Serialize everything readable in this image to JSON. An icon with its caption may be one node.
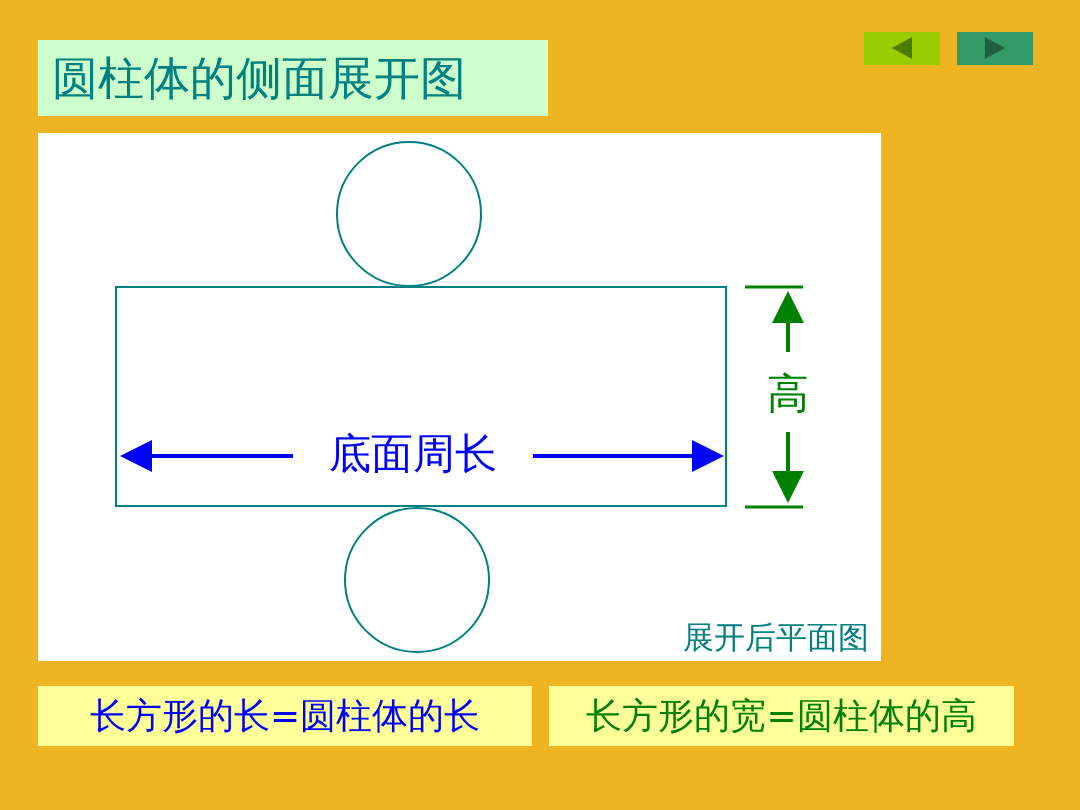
{
  "diagram": {
    "title": "圆柱体的侧面展开图",
    "nodes": [
      {
        "text": [
          "展开后平面图"
        ]
      },
      {
        "text": [],
        "shape": "circle",
        "in": 0
      },
      {
        "text": [],
        "shape": "box",
        "in": 0
      },
      {
        "text": [],
        "shape": "circle",
        "in": 0
      },
      {
        "text": [
          "长方形的长=圆柱体的长"
        ]
      },
      {
        "text": [
          "长方形的宽=圆柱体的高"
        ]
      }
    ],
    "labels": [
      "底面周长",
      "高"
    ]
  }
}
